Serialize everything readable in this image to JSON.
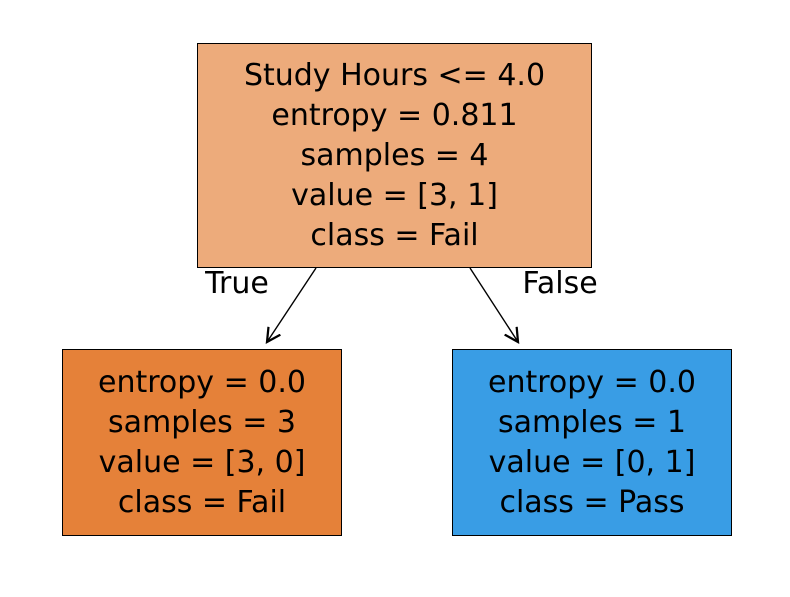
{
  "figure": {
    "background": "#ffffff"
  },
  "colors": {
    "root_fill": "#edab7b",
    "left_fill": "#e58139",
    "right_fill": "#399de5",
    "node_border": "#000000",
    "arrow": "#000000",
    "text": "#000000"
  },
  "tree": {
    "root": {
      "lines": [
        "Study Hours <= 4.0",
        "entropy = 0.811",
        "samples = 4",
        "value = [3, 1]",
        "class = Fail"
      ]
    },
    "left_child": {
      "lines": [
        "entropy = 0.0",
        "samples = 3",
        "value = [3, 0]",
        "class = Fail"
      ]
    },
    "right_child": {
      "lines": [
        "entropy = 0.0",
        "samples = 1",
        "value = [0, 1]",
        "class = Pass"
      ]
    },
    "edge_labels": {
      "true_label": "True",
      "false_label": "False"
    }
  }
}
